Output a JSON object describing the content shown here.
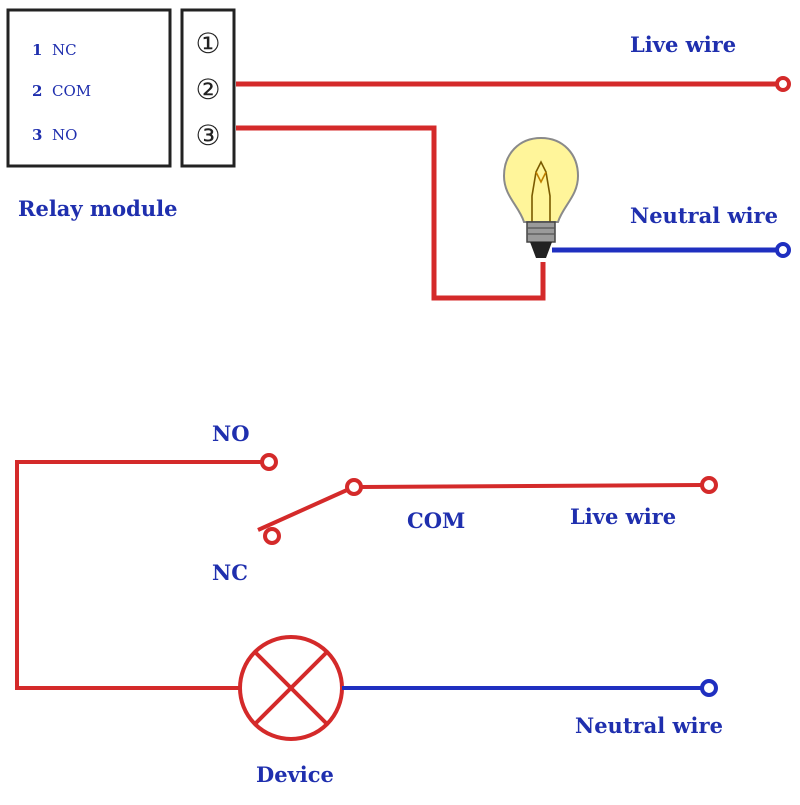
{
  "colors": {
    "live": "#d42a2a",
    "neutral": "#1f2fc0",
    "label": "#1f2fae",
    "outline": "#222222",
    "bulb_glass": "#fff7a0",
    "bulb_glow": "#f3d400"
  },
  "relay_module": {
    "title": "Relay module",
    "pins": [
      {
        "num": "1",
        "name": "NC"
      },
      {
        "num": "2",
        "name": "COM"
      },
      {
        "num": "3",
        "name": "NO"
      }
    ],
    "terminals": [
      "①",
      "②",
      "③"
    ]
  },
  "top_circuit": {
    "live_label": "Live wire",
    "neutral_label": "Neutral wire"
  },
  "bottom_circuit": {
    "no_label": "NO",
    "nc_label": "NC",
    "com_label": "COM",
    "live_label": "Live wire",
    "neutral_label": "Neutral wire",
    "device_label": "Device"
  }
}
